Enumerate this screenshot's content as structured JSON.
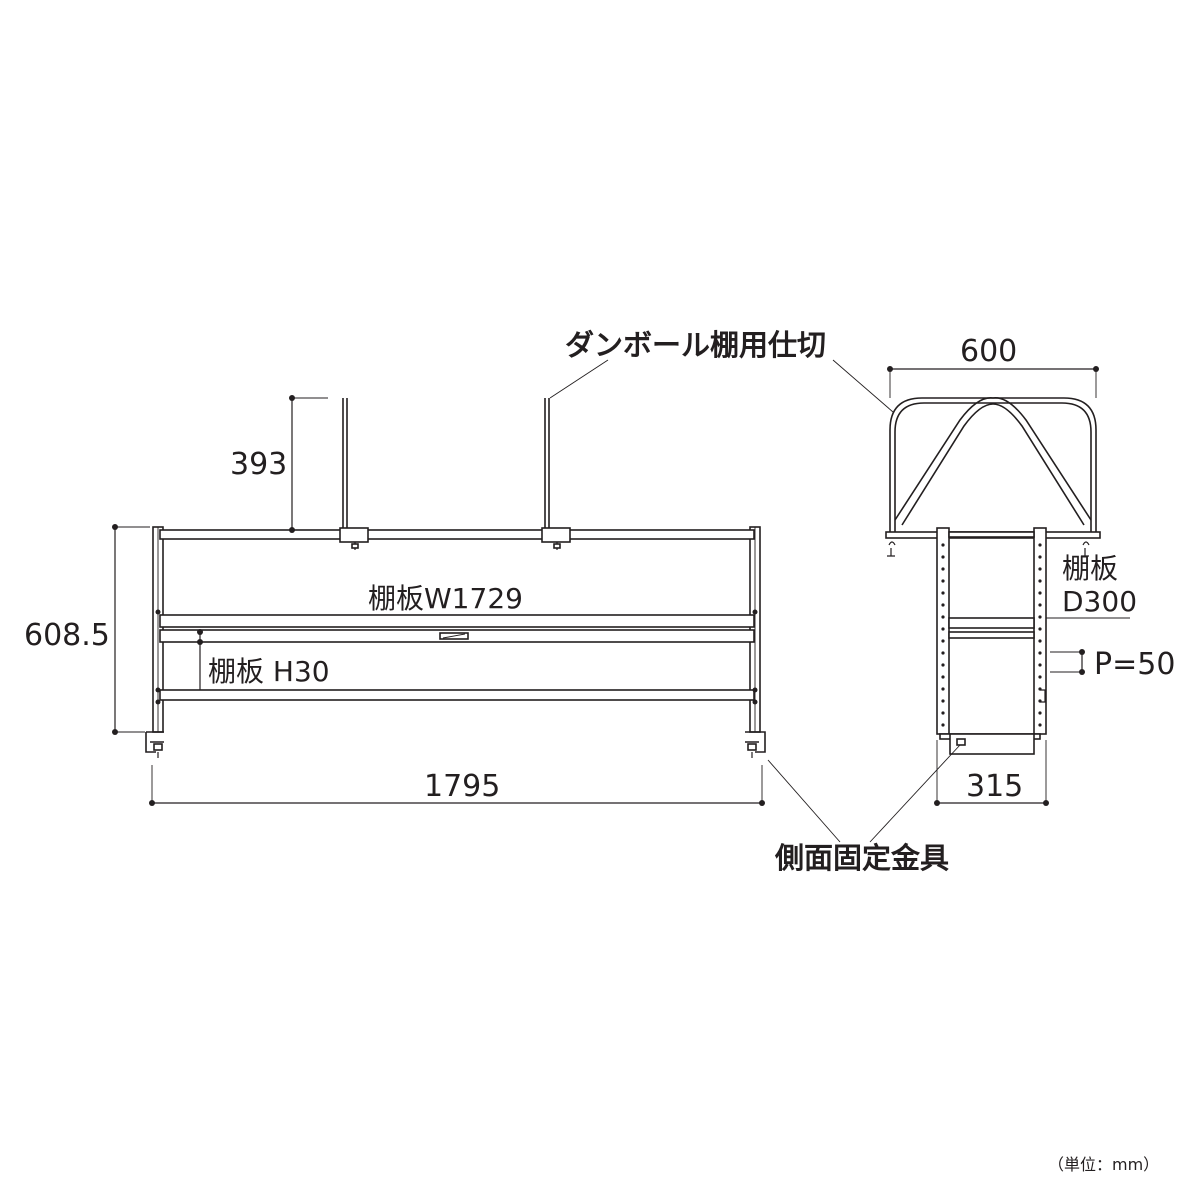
{
  "labels": {
    "divider": "ダンボール棚用仕切",
    "side_bracket": "側面固定金具",
    "shelf_width": "棚板W1729",
    "shelf_height": "棚板 H30",
    "shelf_depth_line1": "棚板",
    "shelf_depth_line2": "D300",
    "pitch": "P=50",
    "unit": "（単位：mm）"
  },
  "dimensions": {
    "divider_height": "393",
    "total_height": "608.5",
    "total_width": "1795",
    "divider_width": "600",
    "side_depth": "315"
  }
}
